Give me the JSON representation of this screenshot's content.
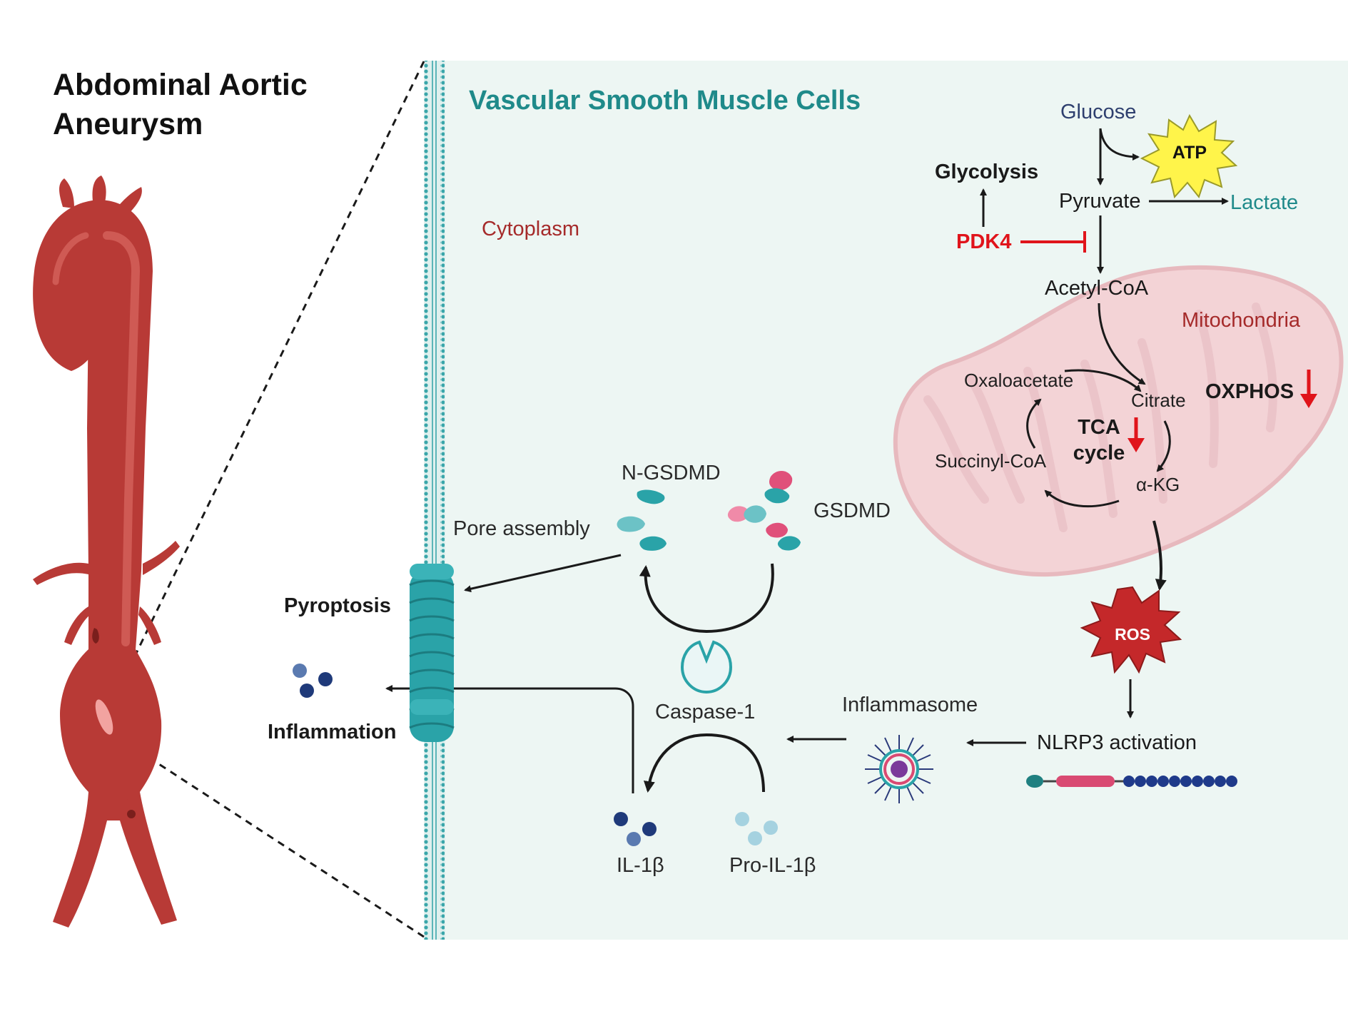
{
  "title": {
    "line1": "Abdominal Aortic",
    "line2": "Aneurysm"
  },
  "cell": {
    "heading": "Vascular Smooth Muscle Cells",
    "cytoplasm": "Cytoplasm",
    "mitochondria": "Mitochondria"
  },
  "metabolism": {
    "glucose": "Glucose",
    "atp": "ATP",
    "glycolysis": "Glycolysis",
    "pyruvate": "Pyruvate",
    "lactate": "Lactate",
    "pdk4": "PDK4",
    "acetyl_coa": "Acetyl-CoA",
    "oxaloacetate": "Oxaloacetate",
    "citrate": "Citrate",
    "oxphos": "OXPHOS",
    "tca_line1": "TCA",
    "tca_line2": "cycle",
    "succinyl_coa": "Succinyl-CoA",
    "akg": "α-KG"
  },
  "pathway": {
    "ros": "ROS",
    "nlrp3": "NLRP3 activation",
    "inflammasome": "Inflammasome",
    "caspase1": "Caspase-1",
    "il1b": "IL-1β",
    "pro_il1b": "Pro-IL-1β",
    "n_gsdmd": "N-GSDMD",
    "gsdmd": "GSDMD",
    "pore_assembly": "Pore assembly",
    "pyroptosis": "Pyroptosis",
    "inflammation": "Inflammation"
  },
  "colors": {
    "cell_bg": "#edf6f3",
    "teal_text": "#1f8a8a",
    "red": "#e0141b",
    "dark_red": "#a52a2a",
    "aorta": "#b83a36",
    "mito": "#f3d3d6",
    "pore": "#2aa3a8"
  },
  "icons": [
    "atp-starburst-icon",
    "ros-starburst-icon",
    "caspase-1-icon",
    "inflammasome-icon",
    "nlrp3-domain-icon",
    "gsdmd-protein-icon",
    "membrane-pore-icon"
  ]
}
